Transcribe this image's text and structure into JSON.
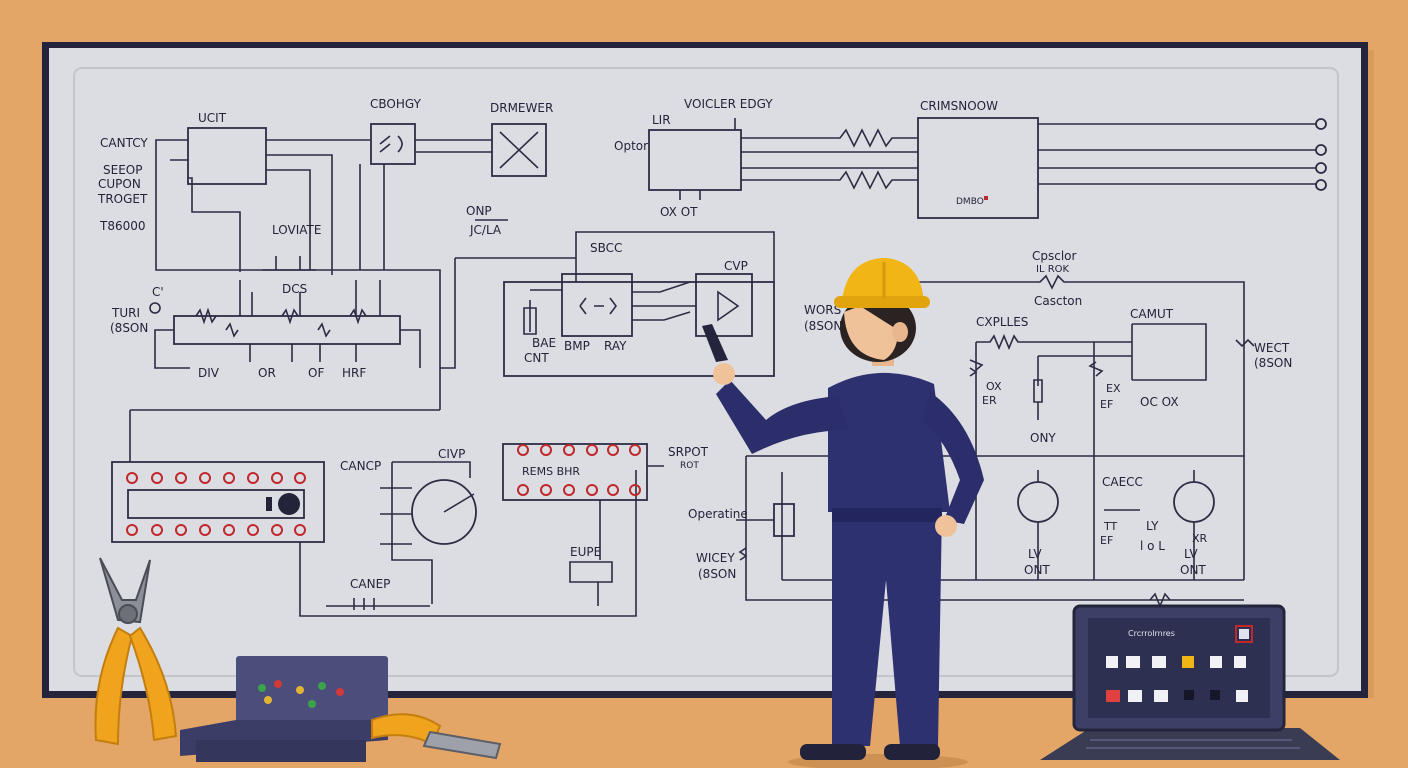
{
  "colors": {
    "wall": "#e4a667",
    "board": "#dcdde2",
    "board_frame": "#24243c",
    "wire": "#2c2c44",
    "helmet": "#f2b516",
    "uniform": "#2e3170",
    "pin_red": "#c0292b",
    "tool_orange": "#f0a31c"
  },
  "icons": [
    "pliers-icon",
    "breadboard-icon",
    "wire-stripper-icon",
    "laptop-icon",
    "helmet-icon",
    "pen-icon"
  ],
  "labels": {
    "uc": "UCIT",
    "canticy": "CANTCY",
    "seeop": "SEEOP",
    "cupon": "CUPON",
    "troget": "TROGET",
    "t8800": "T86000",
    "cbohgy": "CBOHGY",
    "drmewer": "DRMEWER",
    "onp": "ONP",
    "jcla": "JC/LA",
    "loviate": "LOVIATE",
    "dcs": "DCS",
    "turi": "TURI",
    "c_slash": "C'",
    "eson_left": "(8SON",
    "div": "DIV",
    "or": "OR",
    "of": "OF",
    "hrf": "HRF",
    "voicler": "VOICLER EDGY",
    "lir": "LIR",
    "optor": "Optor",
    "oxot": "OX  OT",
    "crimsnoow": "CRIMSNOOW",
    "dmbo": "DMBO",
    "sbcc": "SBCC",
    "cvp_mid": "CVP",
    "bae": "BAE",
    "cnt": "CNT",
    "bmp": "BMP",
    "ray": "RAY",
    "cpsclor": "Cpsclor",
    "il_rok": "IL  ROK",
    "cascton": "Cascton",
    "wors": "WORS",
    "eson_mid": "(8SON",
    "cxplles": "CXPLLES",
    "camut": "CAMUT",
    "wect": "WECT",
    "eson_right": "(8SON",
    "ox": "OX",
    "er": "ER",
    "ony": "ONY",
    "ex": "EX",
    "ef": "EF",
    "oc_ox": "OC  OX",
    "caecc": "CAECC",
    "lv1": "LV",
    "ont1": "ONT",
    "lv2": "LV",
    "ont2": "ONT",
    "tt": "TT",
    "ef2": "EF",
    "ly": "LY",
    "lol": "l o L",
    "xr": "XR",
    "cancp": "CANCP",
    "civp": "CIVP",
    "srpot": "SRPOT",
    "rot": "ROT",
    "rems": "REMS  BHR",
    "operatine": "Operatine",
    "wicey": "WICEY",
    "eson_bot": "(8SON",
    "eupe": "EUPE",
    "canep": "CANEP",
    "laptop_title": "Crcrrolrnres"
  }
}
